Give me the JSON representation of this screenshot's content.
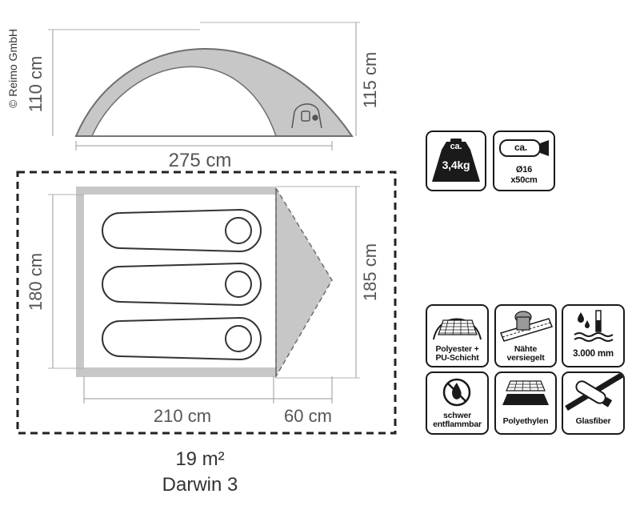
{
  "credit": "© Reimo GmbH",
  "dimensions": {
    "side_height_left": "110 cm",
    "side_height_right": "115 cm",
    "side_length": "275 cm",
    "floor_depth_left": "180 cm",
    "floor_depth_right": "185 cm",
    "inner_length": "210 cm",
    "vestibule_length": "60 cm"
  },
  "area": "19 m²",
  "model": "Darwin 3",
  "badges": {
    "weight": {
      "top": "ca.",
      "value": "3,4kg"
    },
    "pack": {
      "top": "ca.",
      "line1": "Ø16",
      "line2": "x50cm"
    },
    "material": "Polyester +\nPU-Schicht",
    "seams": "Nähte\nversiegelt",
    "water_column": "3.000 mm",
    "flame": "schwer\nentflammbar",
    "floor": "Polyethylen",
    "poles": "Glasfiber"
  },
  "colors": {
    "gray": "#c7c7c7",
    "line": "#6f6f6f",
    "dark": "#1a1a1a"
  }
}
